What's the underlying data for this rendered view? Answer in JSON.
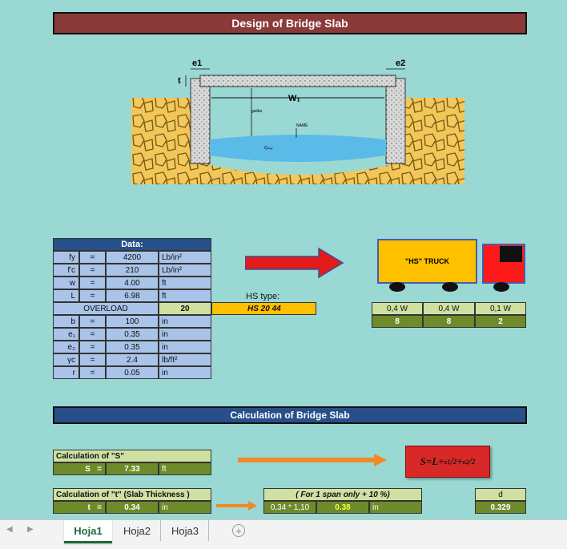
{
  "header": {
    "title": "Design of Bridge Slab"
  },
  "diagram": {
    "label_e1": "e1",
    "label_e2": "e2",
    "label_t": "t",
    "label_w": "W₁",
    "label_gutter": "galibo",
    "label_name": "NAME",
    "label_flow": "Qₘₐₓ"
  },
  "data_table": {
    "title": "Data:",
    "rows": [
      {
        "sym": "fy",
        "eq": "=",
        "val": "4200",
        "unit": "Lb/in²"
      },
      {
        "sym": "f'c",
        "eq": "=",
        "val": "210",
        "unit": "Lb/in²"
      },
      {
        "sym": "w",
        "eq": "=",
        "val": "4.00",
        "unit": "ft"
      },
      {
        "sym": "L",
        "eq": "=",
        "val": "6.98",
        "unit": "ft"
      }
    ],
    "overload_label": "OVERLOAD",
    "overload_val": "20",
    "rows2": [
      {
        "sym": "b",
        "eq": "=",
        "val": "100",
        "unit": "in"
      },
      {
        "sym": "e₁",
        "eq": "=",
        "val": "0.35",
        "unit": "in"
      },
      {
        "sym": "e₂",
        "eq": "=",
        "val": "0.35",
        "unit": "in"
      },
      {
        "sym": "γc",
        "eq": "=",
        "val": "2.4",
        "unit": "lb/ft²"
      },
      {
        "sym": "r",
        "eq": "=",
        "val": "0.05",
        "unit": "in"
      }
    ]
  },
  "hs": {
    "label": "HS type:",
    "value": "HS 20 44",
    "truck_label": "\"HS\" TRUCK"
  },
  "loads": {
    "headers": [
      "0,4 W",
      "0,4 W",
      "0,1 W"
    ],
    "values": [
      "8",
      "8",
      "2"
    ]
  },
  "calc": {
    "title": "Calculation of Bridge Slab",
    "s_title": "Calculation of \"S\"",
    "s_sym": "S",
    "s_eq": "=",
    "s_val": "7.33",
    "s_unit": "ft",
    "formula_s": "S=L+",
    "formula_e1": "e1",
    "formula_e2": "e2",
    "formula_2": "2",
    "t_title": "Calculation of  \"t\" (Slab Thickness )",
    "t_sym": "t",
    "t_eq": "=",
    "t_val": "0.34",
    "t_unit": "in",
    "span_note": "( For 1 span only + 10 %)",
    "span_formula": "0,34 * 1,10",
    "span_val": "0.38",
    "span_unit": "in",
    "d_label": "d",
    "d_val": "0.329"
  },
  "tabs": [
    "Hoja1",
    "Hoja2",
    "Hoja3"
  ],
  "colors": {
    "header": "#8b3a3a",
    "calc_header": "#27508a",
    "arrow_red": "#e21b1b",
    "arrow_orange": "#f08a24",
    "truck_yellow": "#ffc000",
    "truck_red": "#ff1a1a"
  }
}
